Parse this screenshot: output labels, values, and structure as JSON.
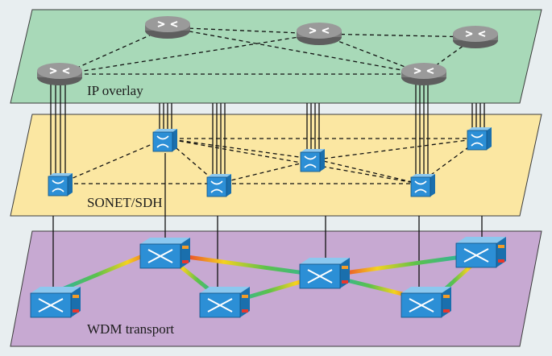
{
  "layers": {
    "ip": {
      "label": "IP overlay",
      "fill": "#a8d9b8"
    },
    "sonet": {
      "label": "SONET/SDH",
      "fill": "#fbe7a2"
    },
    "wdm": {
      "label": "WDM transport",
      "fill": "#c7a9d2"
    }
  },
  "colors": {
    "background": "#e8eef0",
    "router": "#8e8e8e",
    "sonet_switch": "#2c8fd6",
    "wdm_switch": "#2c8fd6",
    "dashed_link": "#111111"
  },
  "icons": {
    "ip_node": "router-icon",
    "sonet_node": "sonet-adm-icon",
    "wdm_node": "optical-crossconnect-icon"
  }
}
